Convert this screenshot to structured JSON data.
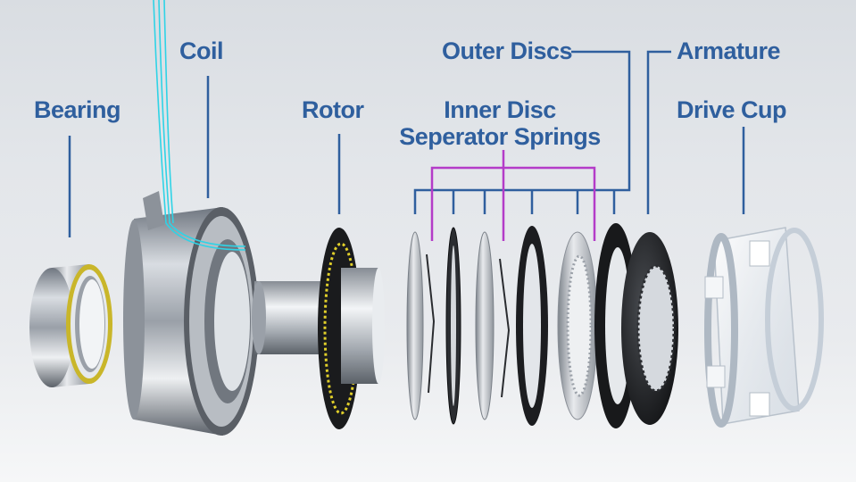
{
  "labels": {
    "bearing": "Bearing",
    "coil": "Coil",
    "rotor": "Rotor",
    "inner_disc_line1": "Inner Disc",
    "inner_disc_line2": "Seperator Springs",
    "outer_discs": "Outer Discs",
    "armature": "Armature",
    "drive_cup": "Drive Cup"
  },
  "colors": {
    "label_text": "#2f5f9e",
    "leader_blue": "#2f5f9e",
    "leader_purple": "#b43cc8",
    "wire": "#2fd3e6",
    "bearing_ring": "#c9b62a",
    "rotor_ring": "#e0cf2a"
  }
}
